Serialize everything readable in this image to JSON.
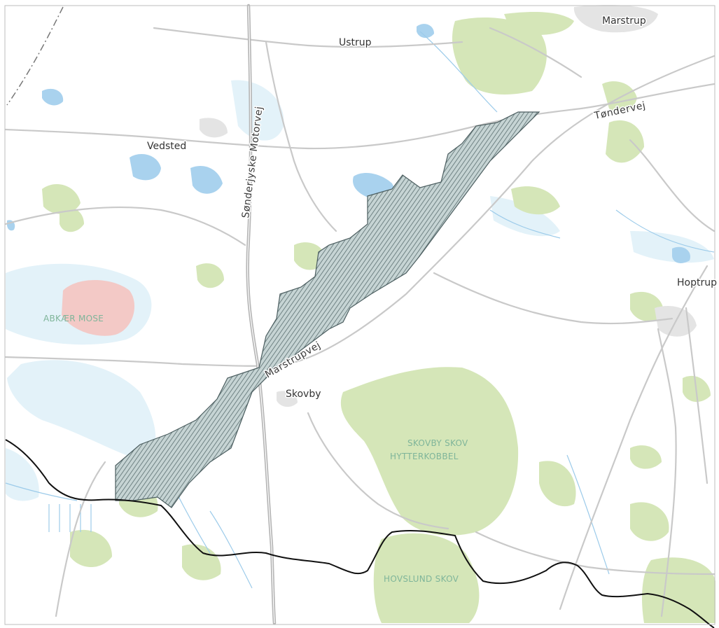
{
  "colors": {
    "forest": "#d5e6b8",
    "water": "#a9d2ee",
    "wetland": "#e3f2f9",
    "moor": "#f3c9c6",
    "built": "#e4e4e4",
    "road": "#c9c9c9",
    "motorway": "#b5b5b5",
    "border": "#111111",
    "hatch": "#5a6e70"
  },
  "places": {
    "marstrup": "Marstrup",
    "ustrup": "Ustrup",
    "vedsted": "Vedsted",
    "hoptrup": "Hoptrup",
    "skovby": "Skovby"
  },
  "roads": {
    "motorway": "Sønderjyske Motorvej",
    "tondervej": "Tøndervej",
    "marstrupvej": "Marstrupvej"
  },
  "areas": {
    "abkaer_mose": "ABKÆR MOSE",
    "skovby_skov": "SKOVBY SKOV",
    "hytterkobbel": "HYTTERKOBBEL",
    "hovslund_skov": "HOVSLUND SKOV"
  }
}
